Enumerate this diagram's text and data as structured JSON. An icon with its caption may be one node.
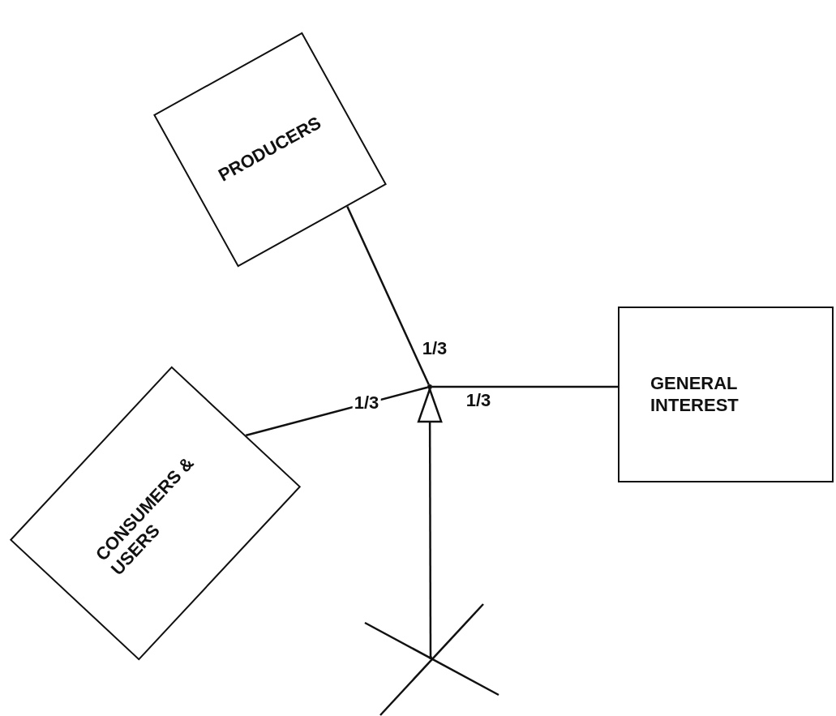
{
  "diagram": {
    "nodes": [
      {
        "text": [
          "PRODUCERS"
        ]
      },
      {
        "text": [
          "GENERAL INTEREST"
        ]
      },
      {
        "text": [
          "CONSUMERS & USERS"
        ]
      },
      {
        "text": [],
        "shape": "point"
      },
      {
        "text": [],
        "shape": "cross"
      }
    ],
    "edges": [
      {
        "from": 0,
        "to": 3,
        "arrow": "none",
        "label": "1/3"
      },
      {
        "from": 2,
        "to": 3,
        "arrow": "none",
        "label": "1/3"
      },
      {
        "from": 1,
        "to": 3,
        "arrow": "none",
        "label": "1/3"
      },
      {
        "from": 4,
        "to": 3,
        "arrow": "to"
      }
    ]
  }
}
